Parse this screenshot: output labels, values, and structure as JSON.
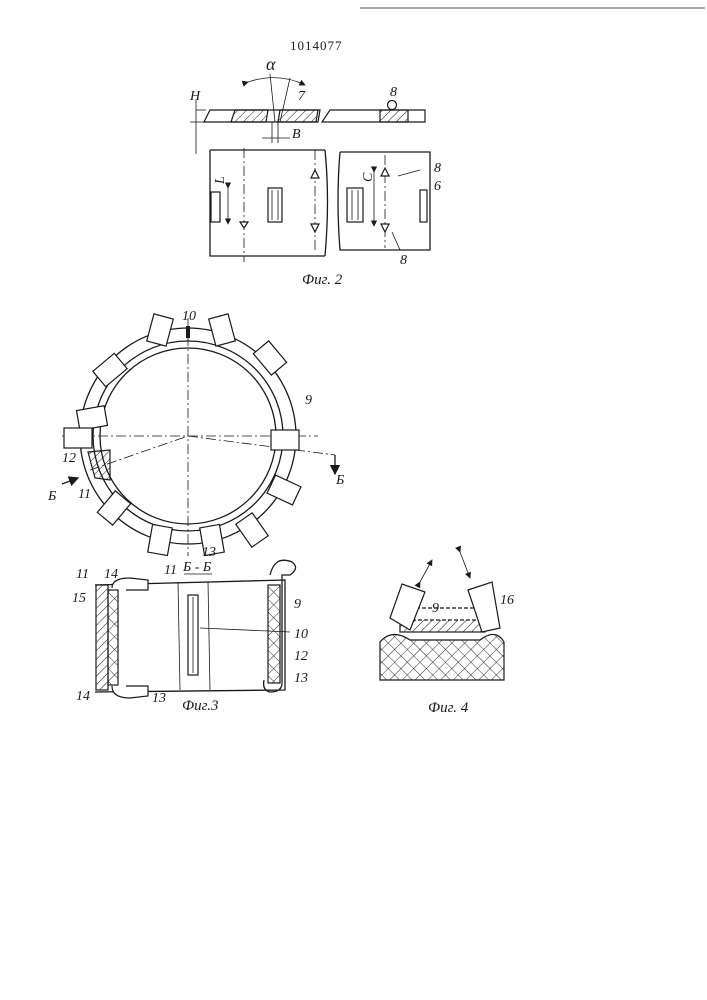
{
  "patent_number": "1014077",
  "fig2": {
    "caption": "Фиг. 2",
    "labels": {
      "alpha": "α",
      "seven": "7",
      "eight_top": "8",
      "H": "Н",
      "B": "В",
      "L": "L",
      "C": "С",
      "eight_mid": "8",
      "six": "6",
      "eight_bottom": "8"
    }
  },
  "fig_ring": {
    "labels": {
      "ten": "10",
      "nine": "9",
      "twelve": "12",
      "eleven": "11",
      "thirteen": "13",
      "section_left": "Б",
      "section_right": "Б"
    }
  },
  "fig3": {
    "caption": "Фиг.3",
    "section_title": "Б - Б",
    "labels": {
      "eleven_left": "11",
      "fourteen_top": "14",
      "fifteen": "15",
      "fourteen_bottom": "14",
      "thirteen_left": "13",
      "eleven_mid": "11",
      "nine": "9",
      "ten": "10",
      "twelve": "12",
      "thirteen_right": "13"
    }
  },
  "fig4": {
    "caption": "Фиг. 4",
    "labels": {
      "nine": "9",
      "sixteen": "16"
    }
  }
}
